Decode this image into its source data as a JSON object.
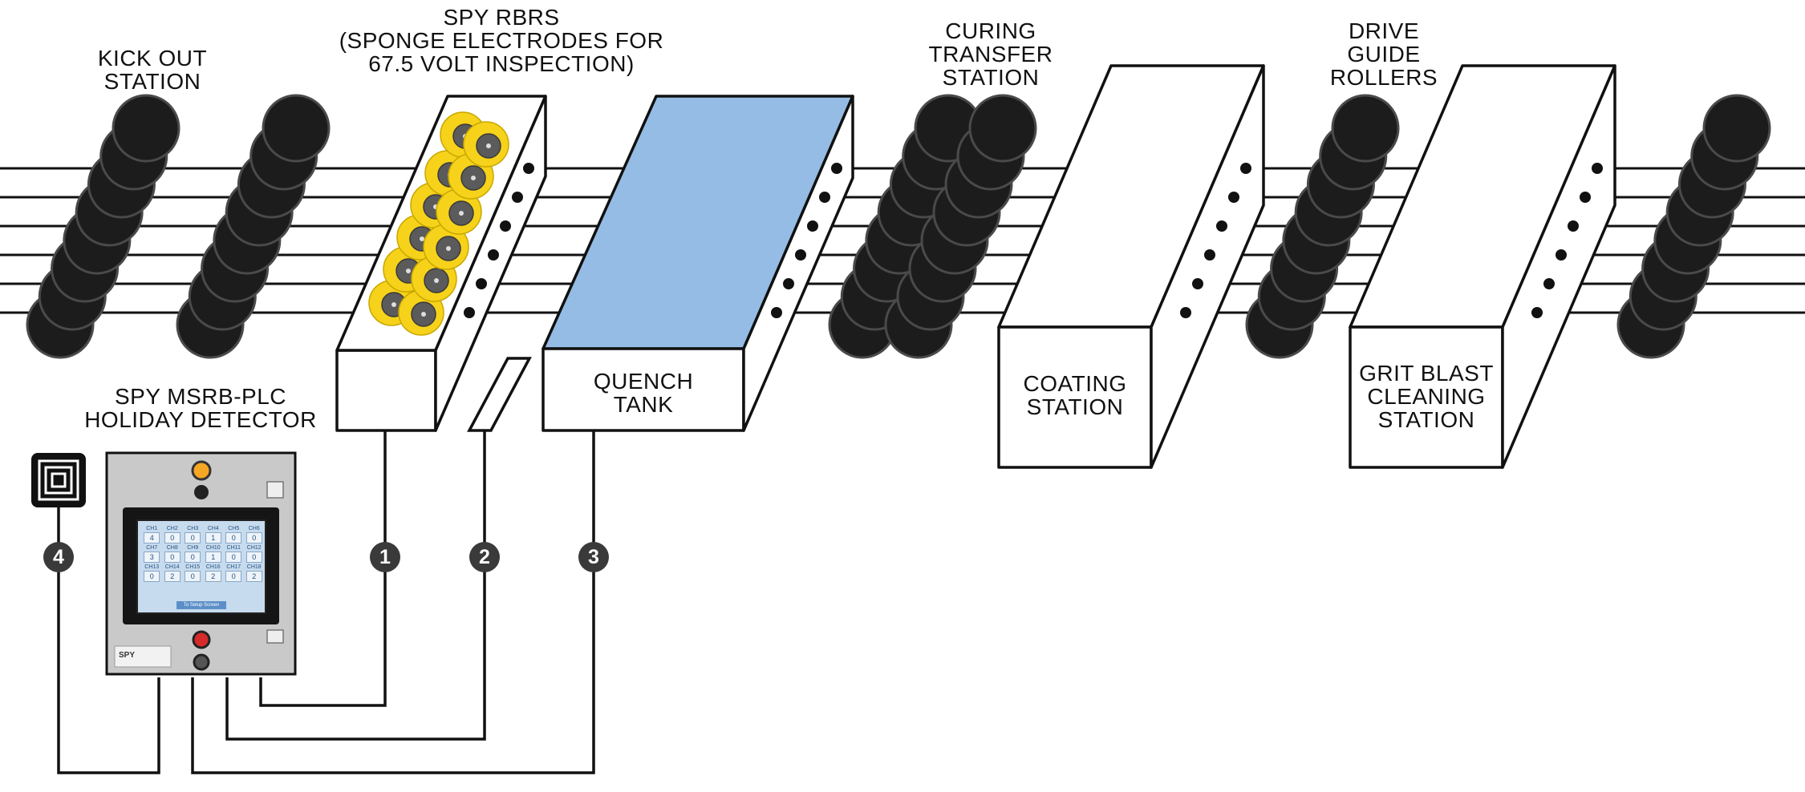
{
  "colors": {
    "line": "#111111",
    "roller_fill": "#1c1c1c",
    "roller_edge": "#4a4a4a",
    "sponge_yellow": "#f6d21a",
    "sponge_center": "#5b5b5b",
    "quench_fill": "#94bce4",
    "panel_grey": "#c9c9c9",
    "screen_blue": "#c7dbee",
    "badge": "#3a3a3a",
    "lamp_orange": "#f5a623"
  },
  "labels": {
    "kick_out": [
      "KICK OUT",
      "STATION"
    ],
    "spy_rbrs": [
      "SPY RBRS",
      "(SPONGE ELECTRODES FOR",
      "67.5 VOLT INSPECTION)"
    ],
    "curing": [
      "CURING",
      "TRANSFER",
      "STATION"
    ],
    "drive": [
      "DRIVE",
      "GUIDE",
      "ROLLERS"
    ],
    "quench": [
      "QUENCH",
      "TANK"
    ],
    "coating": [
      "COATING",
      "STATION"
    ],
    "grit": [
      "GRIT BLAST",
      "CLEANING",
      "STATION"
    ],
    "detector": [
      "SPY MSRB-PLC",
      "HOLIDAY DETECTOR"
    ]
  },
  "badges": [
    "1",
    "2",
    "3",
    "4"
  ],
  "icons": {
    "alarm": "concentric-square-alarm-icon",
    "lamp": "amber-indicator-lamp-icon",
    "stop": "red-stop-button-icon"
  },
  "screen": {
    "channels": [
      {
        "ch": "CH1",
        "val": "4"
      },
      {
        "ch": "CH2",
        "val": "0"
      },
      {
        "ch": "CH3",
        "val": "0"
      },
      {
        "ch": "CH4",
        "val": "1"
      },
      {
        "ch": "CH5",
        "val": "0"
      },
      {
        "ch": "CH6",
        "val": "0"
      },
      {
        "ch": "CH7",
        "val": "3"
      },
      {
        "ch": "CH8",
        "val": "0"
      },
      {
        "ch": "CH9",
        "val": "0"
      },
      {
        "ch": "CH10",
        "val": "1"
      },
      {
        "ch": "CH11",
        "val": "0"
      },
      {
        "ch": "CH12",
        "val": "0"
      },
      {
        "ch": "CH13",
        "val": "0"
      },
      {
        "ch": "CH14",
        "val": "2"
      },
      {
        "ch": "CH15",
        "val": "0"
      },
      {
        "ch": "CH16",
        "val": "2"
      },
      {
        "ch": "CH17",
        "val": "0"
      },
      {
        "ch": "CH18",
        "val": "2"
      }
    ],
    "button": "To Setup Screen"
  },
  "panel_brand": "SPY"
}
